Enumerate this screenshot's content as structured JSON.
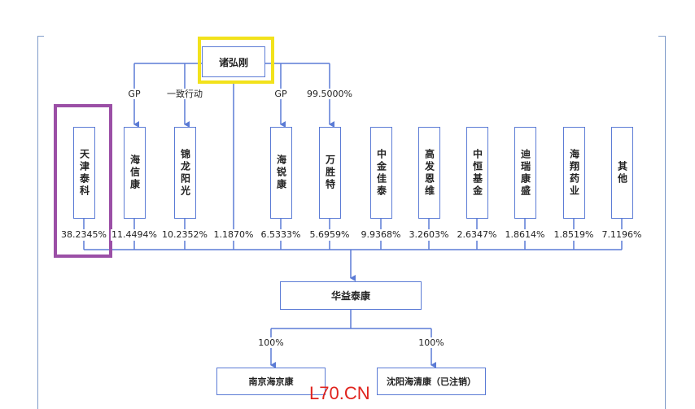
{
  "diagram": {
    "top_holder": "诸弘刚",
    "edge_labels": {
      "gp_left": "GP",
      "concert": "一致行动",
      "gp_right": "GP",
      "wansheng_share": "99.5000%"
    },
    "shareholders": [
      {
        "name": "天津泰科",
        "pct": "38.2345%"
      },
      {
        "name": "海信康",
        "pct": "11.4494%"
      },
      {
        "name": "锦龙阳光",
        "pct": "10.2352%"
      },
      {
        "name": "",
        "pct": "1.1870%"
      },
      {
        "name": "海锐康",
        "pct": "6.5333%"
      },
      {
        "name": "万胜特",
        "pct": "5.6959%"
      },
      {
        "name": "中金佳泰",
        "pct": "9.9368%"
      },
      {
        "name": "高发恩维",
        "pct": "3.2603%"
      },
      {
        "name": "中恒基金",
        "pct": "2.6347%"
      },
      {
        "name": "迪瑞康盛",
        "pct": "1.8614%"
      },
      {
        "name": "海翔药业",
        "pct": "1.8519%"
      },
      {
        "name": "其他",
        "pct": "7.1196%"
      }
    ],
    "company": "华益泰康",
    "subsidiaries": [
      {
        "name": "南京海京康",
        "pct": "100%"
      },
      {
        "name": "沈阳海清康（已注销）",
        "pct": "100%"
      }
    ]
  },
  "watermark": "L70.CN",
  "colors": {
    "line": "#5b7bd5",
    "highlight_yellow": "#f2e21b",
    "highlight_purple": "#9b4fa6",
    "watermark": "#e0231d"
  }
}
